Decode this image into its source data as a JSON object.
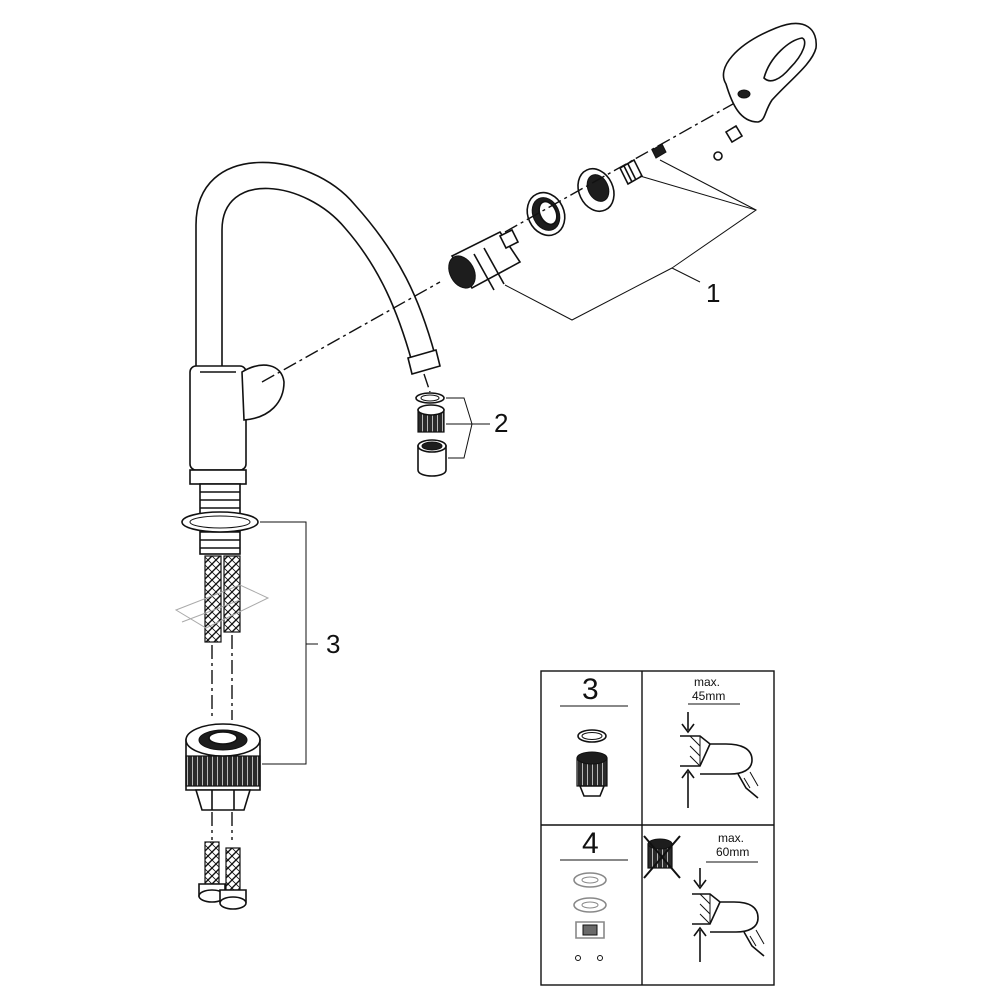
{
  "callouts": {
    "c1": "1",
    "c2": "2",
    "c3": "3"
  },
  "inset": {
    "row1": {
      "number": "3",
      "note_line1": "max.",
      "note_line2": "45mm"
    },
    "row2": {
      "number": "4",
      "note_line1": "max.",
      "note_line2": "60mm"
    }
  }
}
